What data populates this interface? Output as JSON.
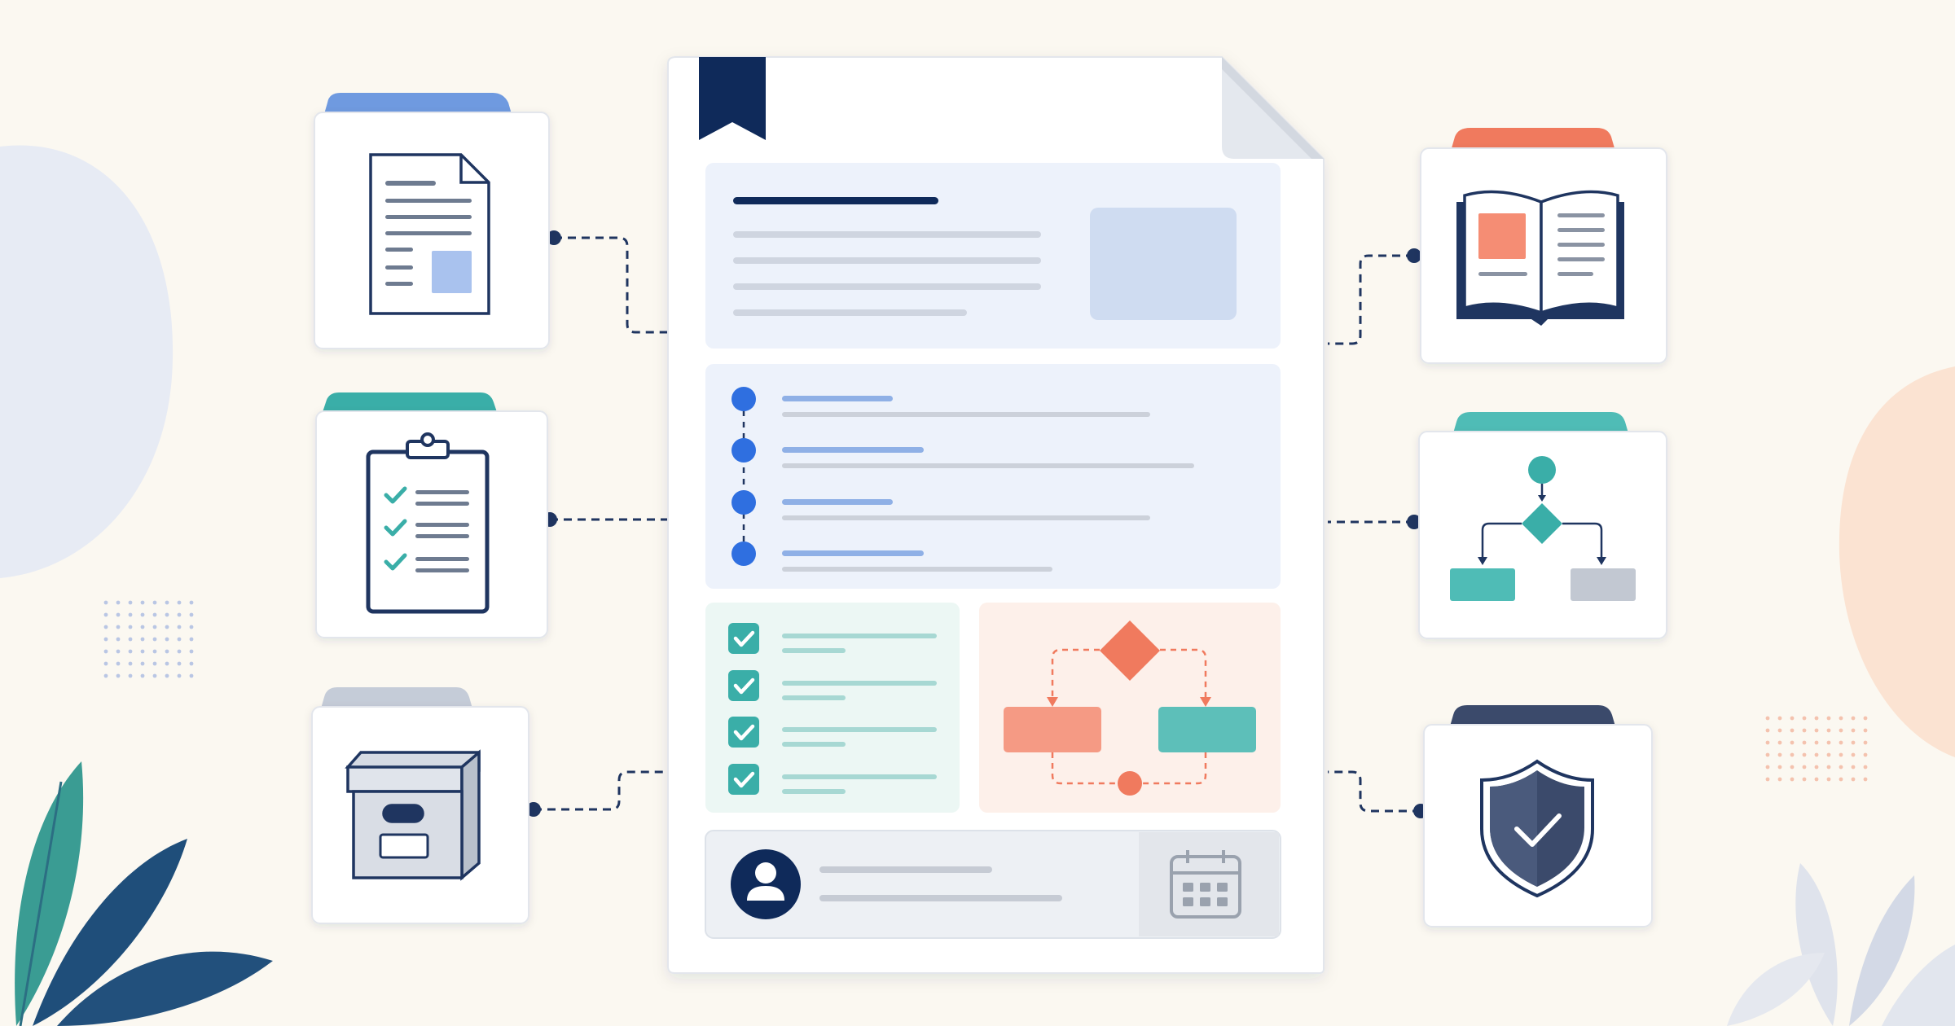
{
  "palette": {
    "background": "#fbf8f1",
    "navy": "#0f2a5a",
    "blue": "#2f6fe0",
    "blue_light": "#8fb0e6",
    "teal": "#3aaea8",
    "teal_light": "#b9e2df",
    "coral": "#f07a5e",
    "coral_light": "#f7a893",
    "gray_line": "#ccd1da",
    "panel_blue": "#edf2fb",
    "panel_mint": "#ecf7f4",
    "panel_peach": "#fdf0ea",
    "card": "#ffffff",
    "card_border": "#e3e6ec"
  },
  "document": {
    "icon": "document-template-icon",
    "bookmark_icon": "bookmark-ribbon-icon",
    "sections": [
      {
        "name": "header-section",
        "icon": "image-placeholder-icon"
      },
      {
        "name": "timeline-section",
        "items": 4,
        "icon": "timeline-icon"
      },
      {
        "name": "checklist-section",
        "items": 4,
        "icon": "checkbox-icon"
      },
      {
        "name": "flowchart-section",
        "icon": "flowchart-icon"
      },
      {
        "name": "footer-section",
        "icons": [
          "user-avatar-icon",
          "calendar-icon"
        ]
      }
    ]
  },
  "cards": [
    {
      "side": "left",
      "icon": "document-file-icon",
      "tab_color": "#6f9ae0"
    },
    {
      "side": "left",
      "icon": "clipboard-checklist-icon",
      "tab_color": "#3aaea8"
    },
    {
      "side": "left",
      "icon": "archive-box-icon",
      "tab_color": "#c5ccd8"
    },
    {
      "side": "right",
      "icon": "open-book-icon",
      "tab_color": "#f07a5e"
    },
    {
      "side": "right",
      "icon": "decision-flow-icon",
      "tab_color": "#4fbcb6"
    },
    {
      "side": "right",
      "icon": "security-shield-icon",
      "tab_color": "#3b4a6b"
    }
  ],
  "decorations": [
    "circle-blob-icon",
    "dot-grid-icon",
    "leaf-icon"
  ]
}
